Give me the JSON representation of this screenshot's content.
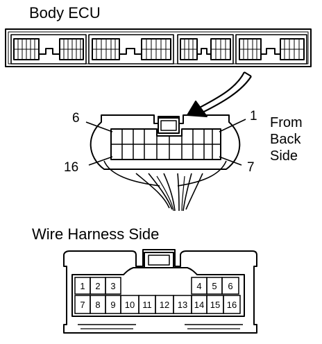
{
  "titles": {
    "body_ecu": "Body ECU",
    "wire_harness_side": "Wire Harness Side"
  },
  "from_back_side": {
    "line1": "From",
    "line2": "Back",
    "line3": "Side"
  },
  "back_pin_labels": {
    "top_left": "6",
    "top_right": "1",
    "bottom_left": "16",
    "bottom_right": "7"
  },
  "harness_pins": {
    "row1": [
      "1",
      "2",
      "3",
      "4",
      "5",
      "6"
    ],
    "row2": [
      "7",
      "8",
      "9",
      "10",
      "11",
      "12",
      "13",
      "14",
      "15",
      "16"
    ]
  },
  "colors": {
    "ink": "#000000",
    "paper": "#ffffff"
  }
}
